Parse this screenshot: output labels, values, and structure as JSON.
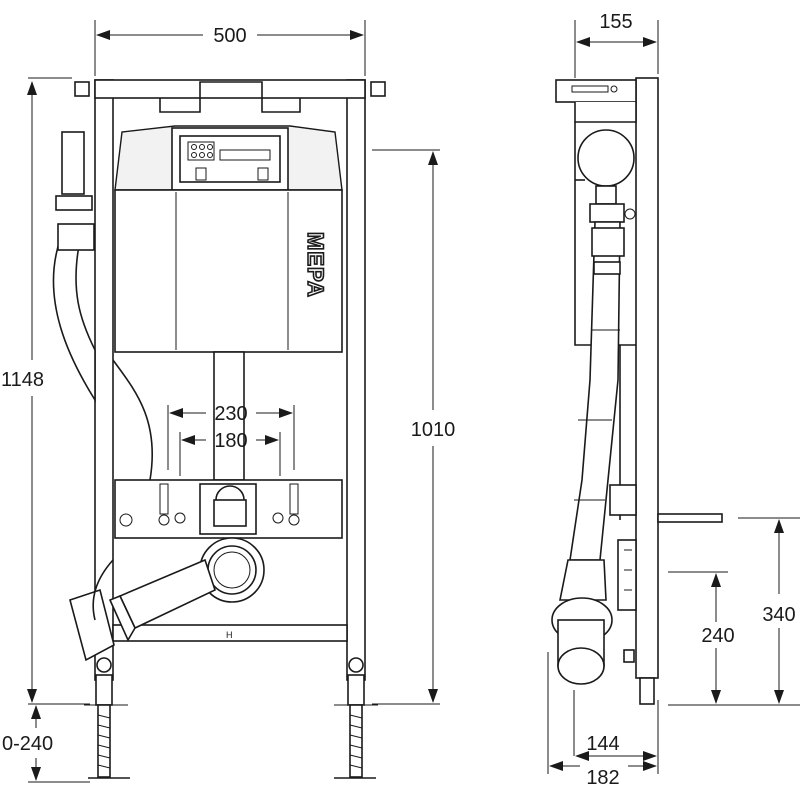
{
  "brand": {
    "logo_text": "MEPA"
  },
  "dimensions": {
    "front_width": "500",
    "front_height": "1148",
    "frame_height": "1010",
    "spacing_outer": "230",
    "spacing_inner": "180",
    "leg_adjust": "0-240",
    "side_depth_top": "155",
    "side_depth_bottom_1": "144",
    "side_depth_bottom_2": "182",
    "side_height_1": "240",
    "side_height_2": "340"
  },
  "colors": {
    "line": "#1a1a1a",
    "background": "#ffffff"
  }
}
